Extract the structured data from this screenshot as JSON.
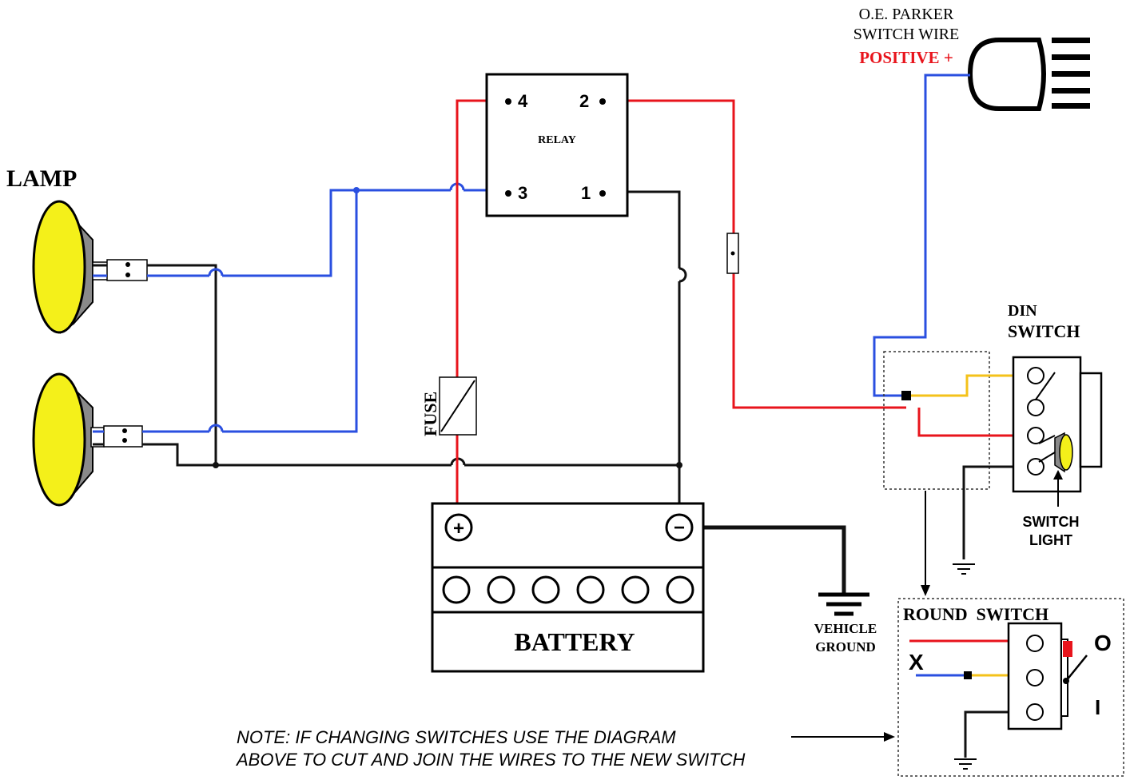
{
  "labels": {
    "lamp": "LAMP",
    "relay": "RELAY",
    "pin4": "4",
    "pin2": "2",
    "pin3": "3",
    "pin1": "1",
    "fuse": "FUSE",
    "battery": "BATTERY",
    "battery_pos": "+",
    "battery_neg": "−",
    "vehicle_ground_1": "VEHICLE",
    "vehicle_ground_2": "GROUND",
    "parker_1": "O.E. PARKER",
    "parker_2": "SWITCH WIRE",
    "parker_3": "POSITIVE +",
    "din_1": "DIN",
    "din_2": "SWITCH",
    "switch_light_1": "SWITCH",
    "switch_light_2": "LIGHT",
    "round_switch": "ROUND  SWITCH",
    "round_x": "X",
    "round_o": "O",
    "round_i": "I",
    "note_1": "NOTE: IF CHANGING SWITCHES USE THE DIAGRAM",
    "note_2": "ABOVE TO CUT AND JOIN THE WIRES TO THE NEW SWITCH"
  },
  "colors": {
    "red_wire": "#e8141c",
    "blue_wire": "#2a4fe0",
    "black_wire": "#111111",
    "yellow_wire": "#f4c21a",
    "lamp_lens": "#f4f01a",
    "lamp_body": "#8a8a8a"
  }
}
